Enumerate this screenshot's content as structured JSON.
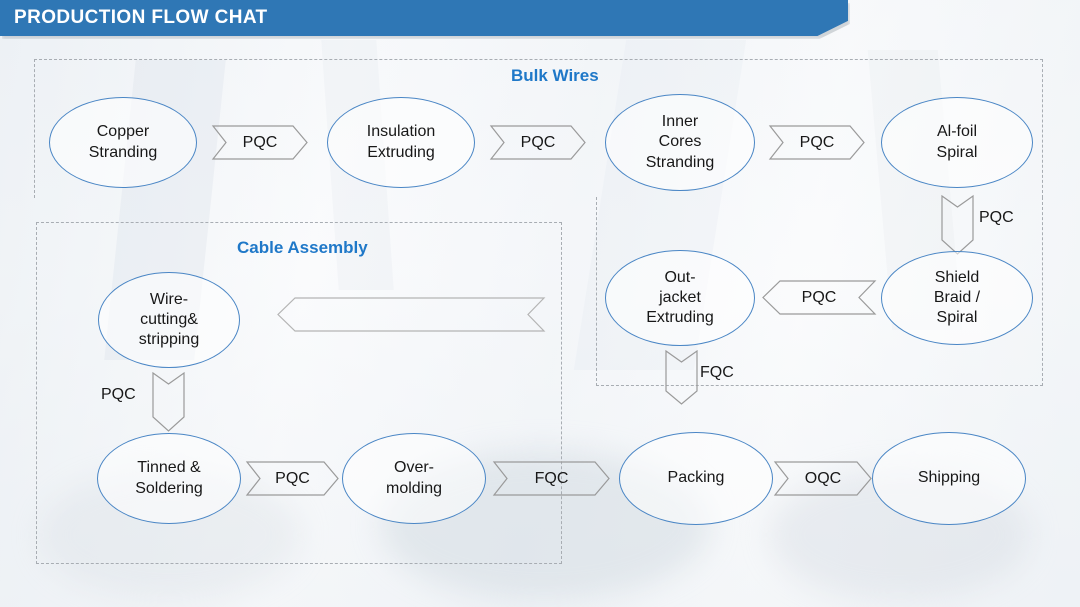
{
  "header": {
    "title": "PRODUCTION FLOW CHAT",
    "bar_color": "#2f77b5",
    "text_color": "#ffffff"
  },
  "theme": {
    "node_border": "#4a86c5",
    "group_border": "#a8adb3",
    "group_label_color": "#1f78c8",
    "arrow_stroke": "#9a9a9a",
    "text_color": "#181818"
  },
  "groups": [
    {
      "id": "bulk-wires",
      "label": "Bulk Wires"
    },
    {
      "id": "cable-assembly",
      "label": "Cable Assembly"
    }
  ],
  "nodes": [
    {
      "id": "copper-stranding",
      "lines": [
        "Copper",
        "Stranding"
      ]
    },
    {
      "id": "insulation-extruding",
      "lines": [
        "Insulation",
        "Extruding"
      ]
    },
    {
      "id": "inner-cores-stranding",
      "lines": [
        "Inner",
        "Cores",
        "Stranding"
      ]
    },
    {
      "id": "al-foil-spiral",
      "lines": [
        "Al-foil",
        "Spiral"
      ]
    },
    {
      "id": "shield-braid-spiral",
      "lines": [
        "Shield",
        "Braid /",
        "Spiral"
      ]
    },
    {
      "id": "out-jacket-extruding",
      "lines": [
        "Out-",
        "jacket",
        "Extruding"
      ]
    },
    {
      "id": "wire-cutting-stripping",
      "lines": [
        "Wire-",
        "cutting&",
        "stripping"
      ]
    },
    {
      "id": "tinned-soldering",
      "lines": [
        "Tinned &",
        "Soldering"
      ]
    },
    {
      "id": "over-molding",
      "lines": [
        "Over-",
        "molding"
      ]
    },
    {
      "id": "packing",
      "lines": [
        "Packing"
      ]
    },
    {
      "id": "shipping",
      "lines": [
        "Shipping"
      ]
    }
  ],
  "arrows": [
    {
      "id": "copper-to-insulation",
      "label": "PQC",
      "direction": "right"
    },
    {
      "id": "insulation-to-inner-cores",
      "label": "PQC",
      "direction": "right"
    },
    {
      "id": "inner-cores-to-al-foil",
      "label": "PQC",
      "direction": "right"
    },
    {
      "id": "al-foil-to-shield",
      "label": "PQC",
      "direction": "down"
    },
    {
      "id": "shield-to-out-jacket",
      "label": "PQC",
      "direction": "left"
    },
    {
      "id": "out-jacket-to-tinned",
      "label": "FQC",
      "direction": "down"
    },
    {
      "id": "wire-cutting-to-tinned",
      "label": "PQC",
      "direction": "down"
    },
    {
      "id": "out-jacket-to-wire-cutting",
      "label": "",
      "direction": "left"
    },
    {
      "id": "tinned-to-over-molding",
      "label": "PQC",
      "direction": "right"
    },
    {
      "id": "over-molding-to-packing",
      "label": "FQC",
      "direction": "right"
    },
    {
      "id": "packing-to-shipping",
      "label": "OQC",
      "direction": "right"
    }
  ]
}
